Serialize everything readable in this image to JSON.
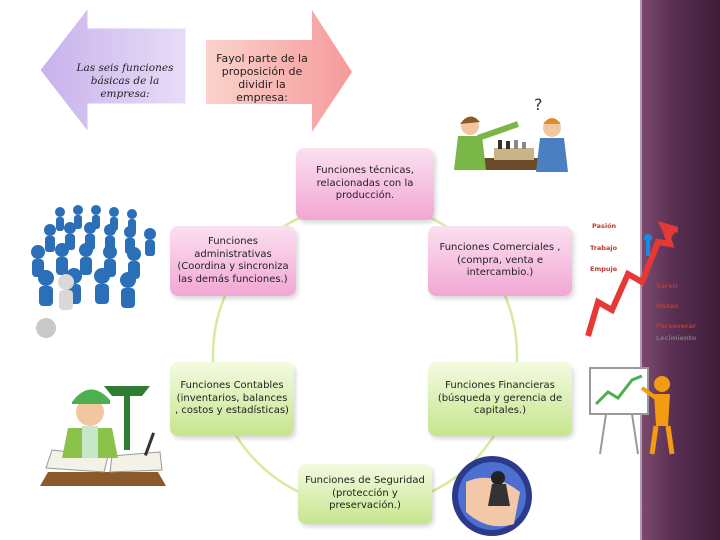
{
  "arrows": {
    "left_text": "Las seis funciones básicas de la empresa:",
    "right_text": "Fayol parte de la proposición de dividir la empresa:"
  },
  "functions": {
    "tecnicas": "Funciones técnicas, relacionadas con la producción.",
    "administrativas": "Funciones administrativas (Coordina y sincroniza las demás funciones.)",
    "comerciales": "Funciones Comerciales , (compra, venta e intercambio.)",
    "contables": "Funciones Contables (inventarios, balances , costos y estadísticas)",
    "financieras": "Funciones Financieras (búsqueda y gerencia de capitales.)",
    "seguridad": "Funciones de Seguridad (protección y preservación.)"
  },
  "success_steps": {
    "pasion": "Pasión",
    "trabajo": "Trabajo",
    "empuje": "Empuje",
    "sarvir": "Sarvir",
    "metas": "Metas",
    "perseverar": "Perseverar",
    "lecimiento": "Lecimiento"
  },
  "colors": {
    "pink_box": "#f2a7d4",
    "green_box": "#c6e58d",
    "arrow_purple": "#d7c3f2",
    "arrow_pink": "#f7a3a3",
    "circle_line": "#d7ea9e",
    "sidebar": "#5a2f52"
  }
}
